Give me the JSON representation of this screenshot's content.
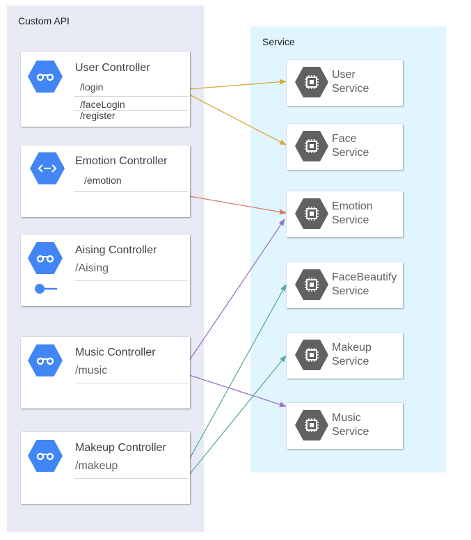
{
  "groups": {
    "api": "Custom API",
    "service": "Service"
  },
  "controllers": [
    {
      "title": "User Controller",
      "routes": [
        "/login",
        "/faceLogin",
        "/register"
      ],
      "icon": "api-endpoints-icon"
    },
    {
      "title": "Emotion Controller",
      "routes": [
        "/emotion"
      ],
      "icon": "code-arrows-icon"
    },
    {
      "title": "Aising Controller",
      "routes": [
        "/Aising"
      ],
      "icon": "api-endpoints-icon"
    },
    {
      "title": "Music Controller",
      "routes": [
        "/music"
      ],
      "icon": "api-endpoints-icon"
    },
    {
      "title": "Makeup Controller",
      "routes": [
        "/makeup"
      ],
      "icon": "api-endpoints-icon"
    }
  ],
  "services": [
    {
      "line1": "User",
      "line2": "Service"
    },
    {
      "line1": "Face",
      "line2": "Service"
    },
    {
      "line1": "Emotion",
      "line2": "Service"
    },
    {
      "line1": "FaceBeautify",
      "line2": "Service"
    },
    {
      "line1": "Makeup",
      "line2": "Service"
    },
    {
      "line1": "Music",
      "line2": "Service"
    }
  ],
  "colors": {
    "api_group_bg": "#e8eaf6",
    "service_group_bg": "#e1f5fe",
    "controller_hex": "#4285f4",
    "service_hex": "#616161",
    "edge_user": "#d9a93a",
    "edge_emotion": "#d97b5f",
    "edge_music": "#9b72c4",
    "edge_makeup": "#5aab9a"
  },
  "edges": [
    {
      "from": "User Controller",
      "to": "User Service",
      "color": "edge_user"
    },
    {
      "from": "User Controller",
      "to": "Face Service",
      "color": "edge_user"
    },
    {
      "from": "Emotion Controller",
      "to": "Emotion Service",
      "color": "edge_emotion"
    },
    {
      "from": "Music Controller",
      "to": "Emotion Service",
      "color": "edge_music"
    },
    {
      "from": "Music Controller",
      "to": "Music Service",
      "color": "edge_music"
    },
    {
      "from": "Makeup Controller",
      "to": "FaceBeautify Service",
      "color": "edge_makeup"
    },
    {
      "from": "Makeup Controller",
      "to": "Makeup Service",
      "color": "edge_makeup"
    }
  ]
}
